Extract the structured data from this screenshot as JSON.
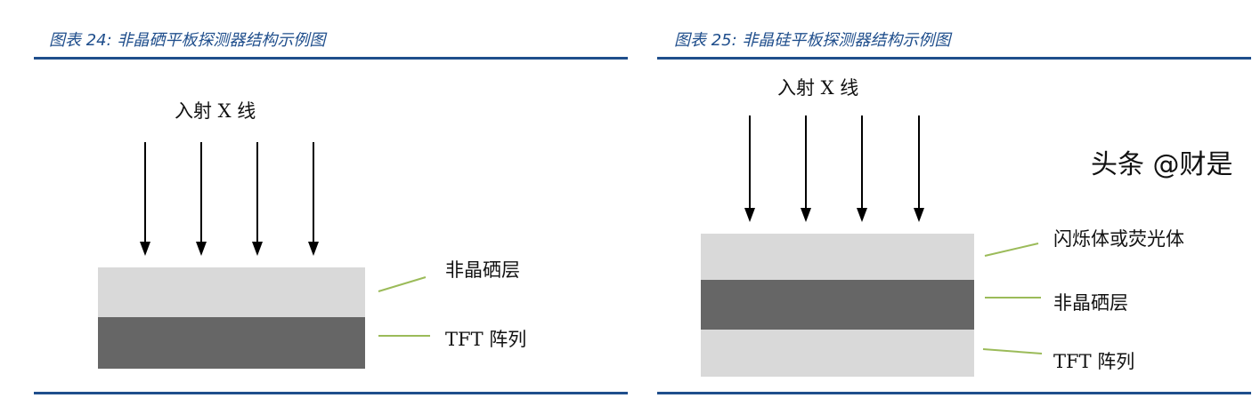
{
  "left": {
    "title": "图表 24:  非晶硒平板探测器结构示例图",
    "incident_label": "入射 X 线",
    "layers": [
      {
        "label": "非晶硒层",
        "color": "#d9d9d9"
      },
      {
        "label": "TFT 阵列",
        "color": "#666666"
      }
    ]
  },
  "right": {
    "title": "图表 25:  非晶硅平板探测器结构示例图",
    "incident_label": "入射 X 线",
    "layers": [
      {
        "label": "闪烁体或荧光体",
        "color": "#d9d9d9"
      },
      {
        "label": "非晶硒层",
        "color": "#666666"
      },
      {
        "label": "TFT 阵列",
        "color": "#d9d9d9"
      }
    ]
  },
  "watermark": "头条 @财是",
  "colors": {
    "accent": "#1f4e8c",
    "leader": "#9bbb59"
  }
}
